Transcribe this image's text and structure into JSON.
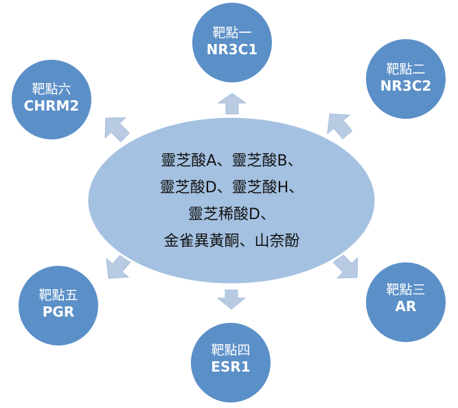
{
  "center": {
    "lines": [
      "靈芝酸A、靈芝酸B、",
      "靈芝酸D、靈芝酸H、",
      "靈芝稀酸D、",
      "金雀異黃酮、山奈酚"
    ]
  },
  "targets": {
    "t1": {
      "title": "靶點一",
      "code": "NR3C1"
    },
    "t2": {
      "title": "靶點二",
      "code": "NR3C2"
    },
    "t3": {
      "title": "靶點三",
      "code": "AR"
    },
    "t4": {
      "title": "靶點四",
      "code": "ESR1"
    },
    "t5": {
      "title": "靶點五",
      "code": "PGR"
    },
    "t6": {
      "title": "靶點六",
      "code": "CHRM2"
    }
  },
  "colors": {
    "target_fill": "#5b8fc7",
    "center_fill": "#a4c1e1",
    "arrow_fill": "#b8cbe3"
  }
}
